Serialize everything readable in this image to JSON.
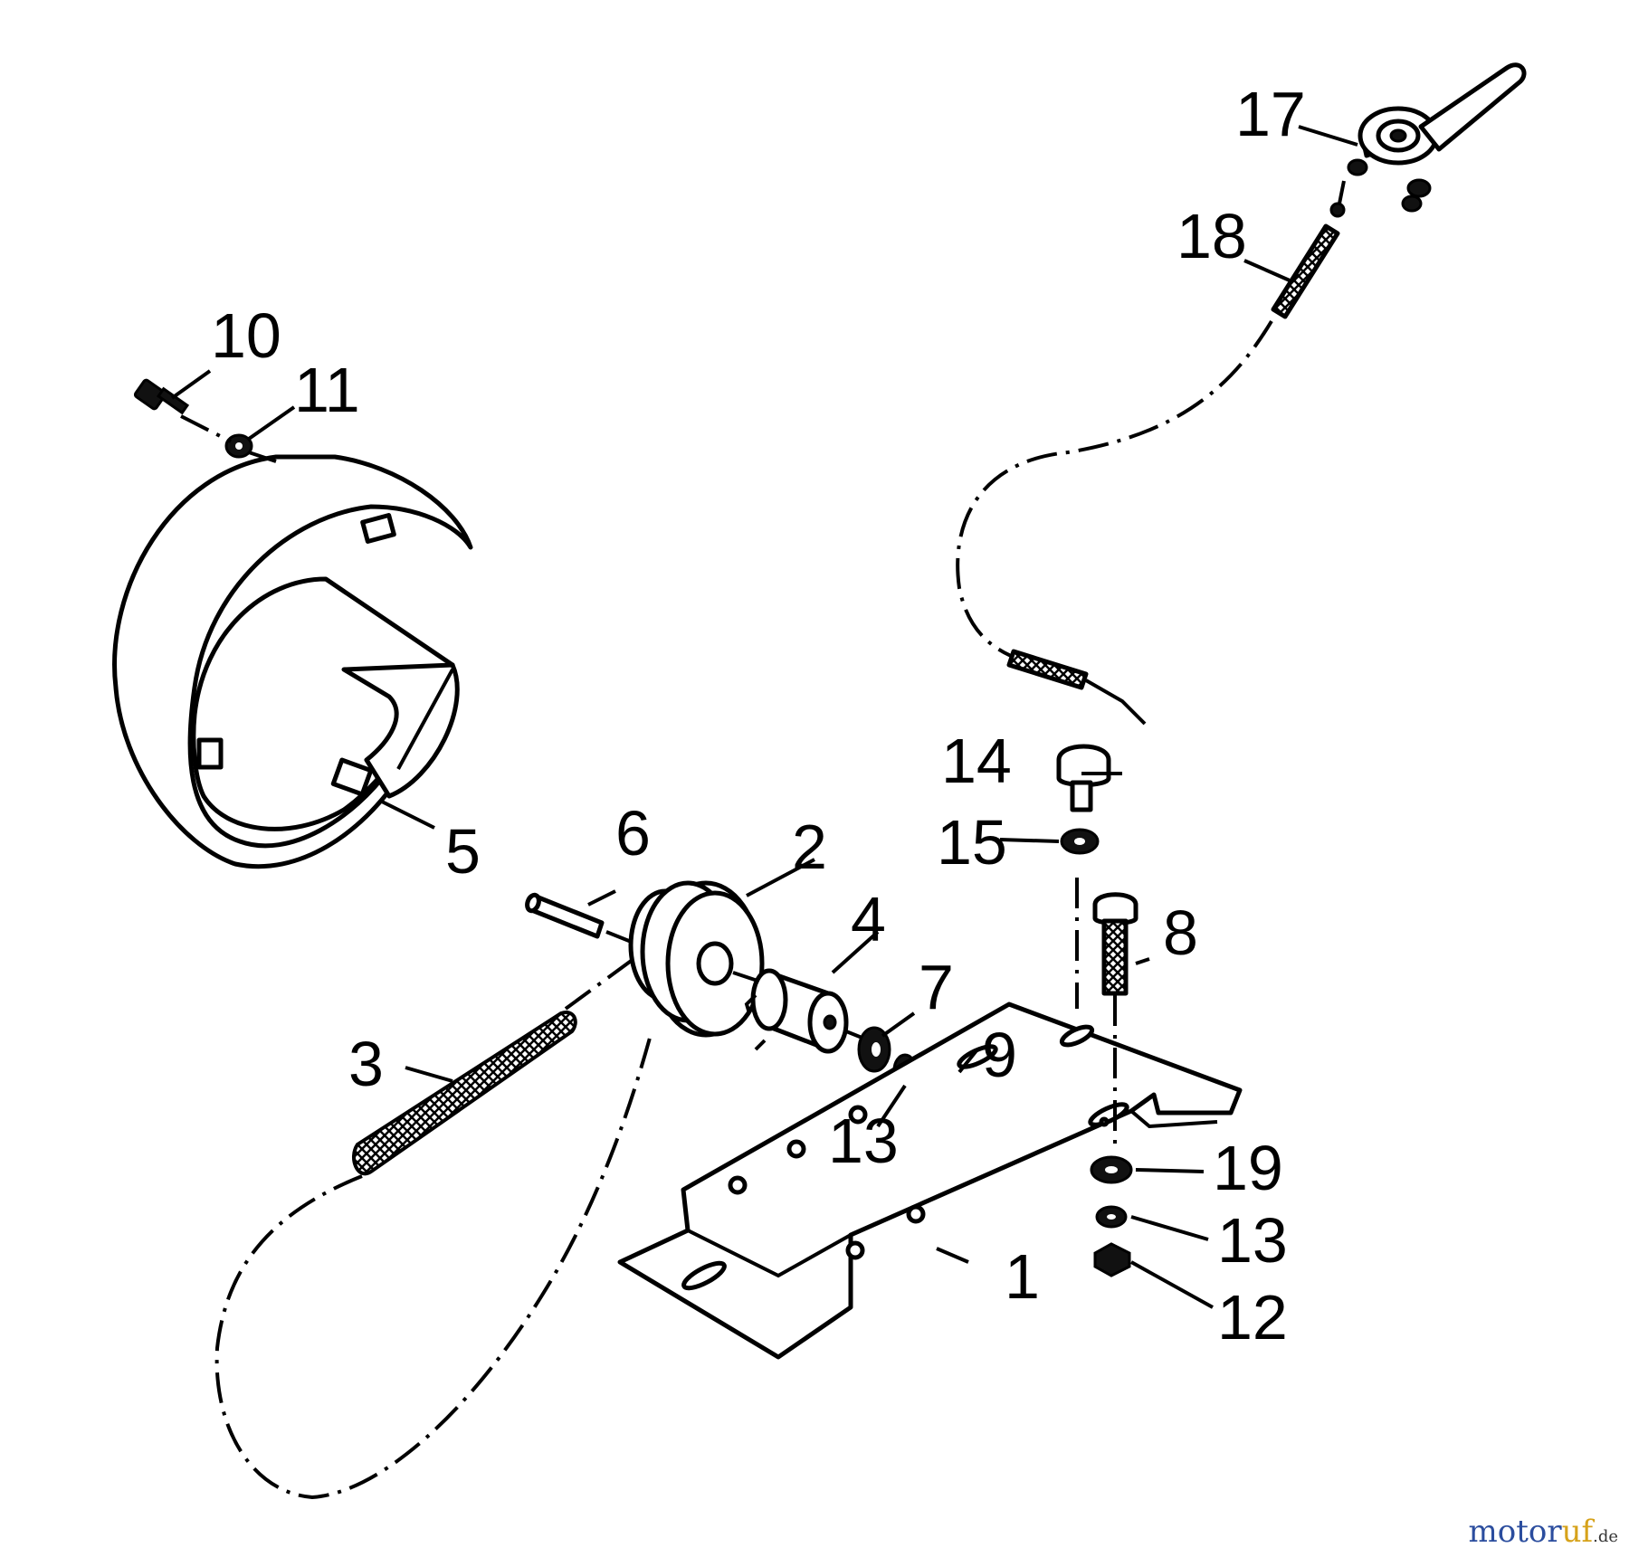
{
  "callouts": {
    "p1": "1",
    "p2": "2",
    "p3": "3",
    "p4": "4",
    "p5": "5",
    "p6": "6",
    "p7": "7",
    "p8": "8",
    "p9": "9",
    "p10": "10",
    "p11": "11",
    "p12": "12",
    "p13a": "13",
    "p13b": "13",
    "p14": "14",
    "p15": "15",
    "p17": "17",
    "p18": "18",
    "p19": "19"
  },
  "watermark": {
    "brand_a": "motor",
    "brand_b": "uf",
    "suffix": ".de"
  }
}
